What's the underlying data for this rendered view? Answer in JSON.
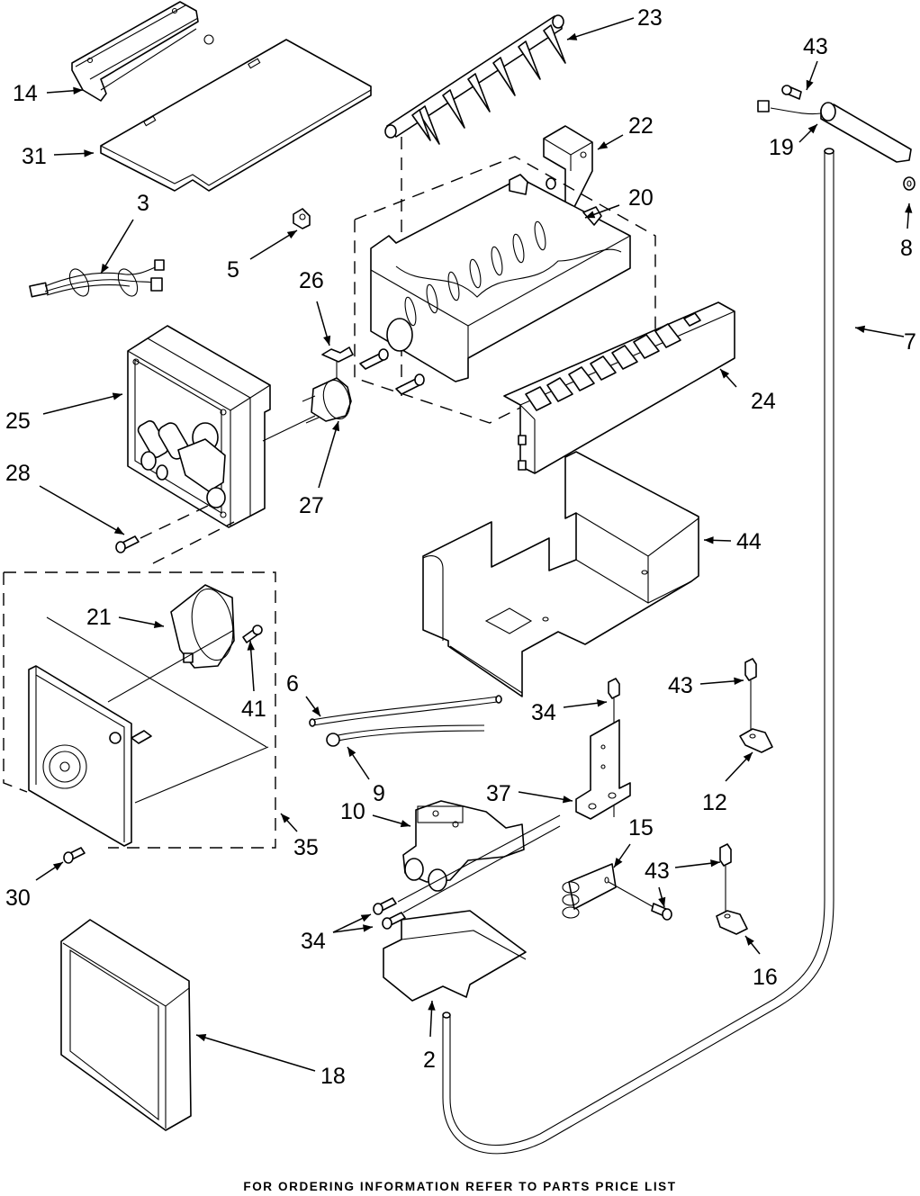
{
  "diagram": {
    "title": "Icemaker Parts Exploded View",
    "footer_note": "FOR ORDERING INFORMATION REFER TO PARTS PRICE LIST",
    "callouts": [
      {
        "id": "c14",
        "label": "14",
        "part": "shutter-bracket"
      },
      {
        "id": "c31",
        "label": "31",
        "part": "cover"
      },
      {
        "id": "c3",
        "label": "3",
        "part": "wire-harness"
      },
      {
        "id": "c5",
        "label": "5",
        "part": "clip"
      },
      {
        "id": "c26",
        "label": "26",
        "part": "clip"
      },
      {
        "id": "c25",
        "label": "25",
        "part": "housing"
      },
      {
        "id": "c27",
        "label": "27",
        "part": "thermostat"
      },
      {
        "id": "c28",
        "label": "28",
        "part": "screw"
      },
      {
        "id": "c23",
        "label": "23",
        "part": "ejector"
      },
      {
        "id": "c22",
        "label": "22",
        "part": "fill-cup"
      },
      {
        "id": "c20",
        "label": "20",
        "part": "mold-and-heater"
      },
      {
        "id": "c43a",
        "label": "43",
        "part": "screw"
      },
      {
        "id": "c19",
        "label": "19",
        "part": "fill-tube"
      },
      {
        "id": "c8",
        "label": "8",
        "part": "washer"
      },
      {
        "id": "c7",
        "label": "7",
        "part": "water-tube"
      },
      {
        "id": "c24",
        "label": "24",
        "part": "stripper"
      },
      {
        "id": "c44",
        "label": "44",
        "part": "bracket"
      },
      {
        "id": "c21",
        "label": "21",
        "part": "motor"
      },
      {
        "id": "c41",
        "label": "41",
        "part": "screw"
      },
      {
        "id": "c35",
        "label": "35",
        "part": "module-and-motor-assembly"
      },
      {
        "id": "c30",
        "label": "30",
        "part": "screw"
      },
      {
        "id": "c6",
        "label": "6",
        "part": "tube"
      },
      {
        "id": "c9",
        "label": "9",
        "part": "tube"
      },
      {
        "id": "c10",
        "label": "10",
        "part": "water-valve"
      },
      {
        "id": "c34a",
        "label": "34",
        "part": "screw"
      },
      {
        "id": "c37",
        "label": "37",
        "part": "bracket"
      },
      {
        "id": "c43b",
        "label": "43",
        "part": "screw"
      },
      {
        "id": "c12",
        "label": "12",
        "part": "clamp"
      },
      {
        "id": "c15",
        "label": "15",
        "part": "clip"
      },
      {
        "id": "c43c",
        "label": "43",
        "part": "screw"
      },
      {
        "id": "c16",
        "label": "16",
        "part": "clamp"
      },
      {
        "id": "c34b",
        "label": "34",
        "part": "screw"
      },
      {
        "id": "c18",
        "label": "18",
        "part": "front-cover"
      },
      {
        "id": "c2",
        "label": "2",
        "part": "shield"
      }
    ]
  }
}
